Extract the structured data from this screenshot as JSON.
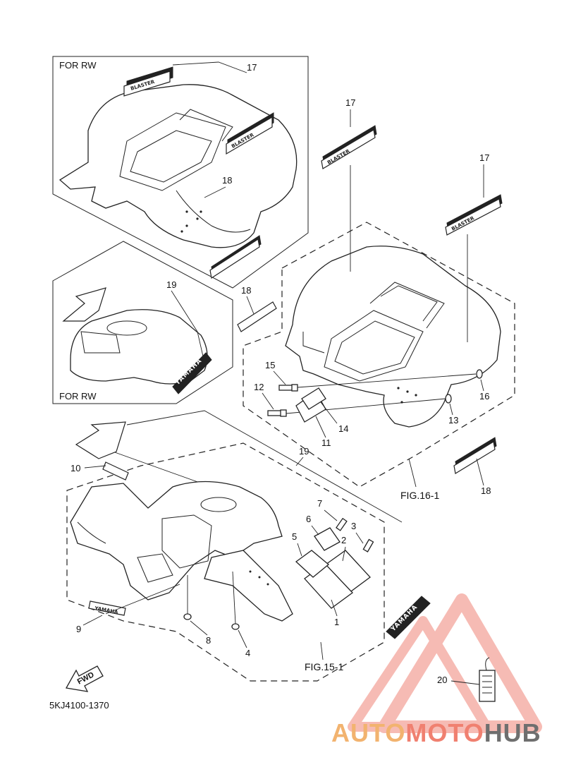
{
  "insets": {
    "top_label": "FOR RW",
    "mid_label": "FOR RW"
  },
  "callouts": {
    "c1": "1",
    "c2": "2",
    "c3": "3",
    "c4": "4",
    "c5": "5",
    "c6": "6",
    "c7": "7",
    "c8": "8",
    "c9": "9",
    "c10": "10",
    "c11": "11",
    "c12": "12",
    "c13": "13",
    "c14": "14",
    "c15": "15",
    "c16": "16",
    "c17a": "17",
    "c17b": "17",
    "c17c": "17",
    "c18a": "18",
    "c18b": "18",
    "c18c": "18",
    "c19a": "19",
    "c19b": "19",
    "c20": "20"
  },
  "figures": {
    "rear": "FIG.16-1",
    "front": "FIG.15-1"
  },
  "fwd_arrow": "FWD",
  "part_code": "5KJ4100-1370",
  "watermark": {
    "part1": "AUTO",
    "part2": "MOTO",
    "part3": "HUB",
    "colors": {
      "auto": "#f2b36f",
      "moto": "#f08070",
      "hub": "#6f6f6f",
      "triangle": "#f4a59b"
    }
  },
  "decal_text": {
    "yamaha": "YAMAHA"
  }
}
